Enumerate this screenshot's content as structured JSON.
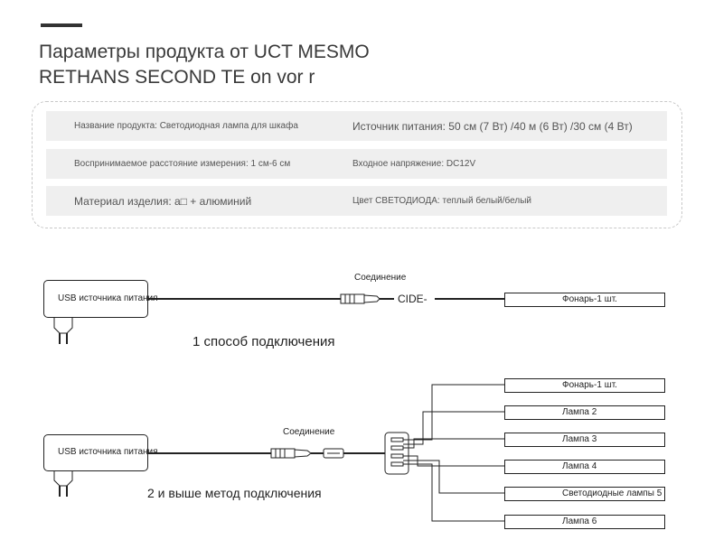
{
  "title": {
    "line1": "Параметры продукта от UCT MESMO",
    "line2": "RETHANS SECOND TE on vor r"
  },
  "specs": [
    {
      "left": "Название продукта: Светодиодная лампа для шкафа",
      "right": "Источник питания: 50 см (7 Вт) /40 м (6 Вт) /30 см (4 Вт)"
    },
    {
      "left": "Воспринимаемое расстояние измерения: 1 см-6 см",
      "right": "Входное напряжение: DC12V"
    },
    {
      "left": "Материал изделия: a□ + алюминий",
      "right": "Цвет СВЕТОДИОДА: теплый белый/белый"
    }
  ],
  "diagram1": {
    "adapter_label": "USB источника питания",
    "connection_label": "Соединение",
    "cide_label": "CIDE-",
    "lamp_label": "Фонарь-1 шт.",
    "caption": "1 способ подключения"
  },
  "diagram2": {
    "adapter_label": "USB источника питания",
    "connection_label": "Соединение",
    "caption": "2 и выше метод подключения",
    "lamps": [
      "Фонарь-1 шт.",
      "Лампа 2",
      "Лампа 3",
      "Лампа 4",
      "Светодиодные лампы 5",
      "Лампа 6"
    ]
  }
}
